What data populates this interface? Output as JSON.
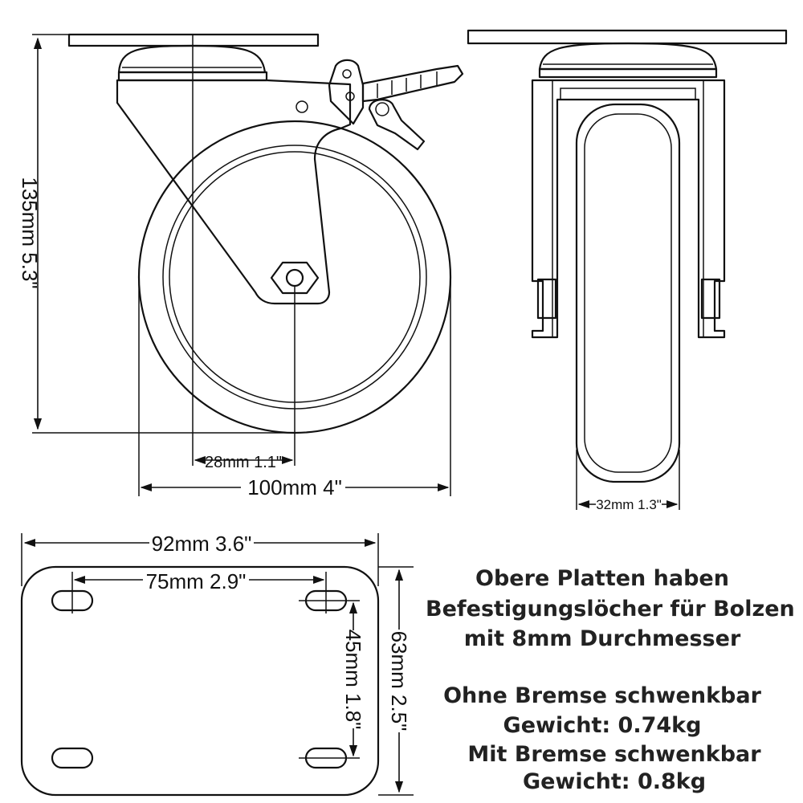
{
  "dimensions": {
    "height": "135mm 5.3\"",
    "offset": "28mm 1.1\"",
    "wheel_diameter": "100mm 4\"",
    "wheel_width": "32mm 1.3\"",
    "plate_width": "92mm 3.6\"",
    "hole_spacing_x": "75mm 2.9\"",
    "hole_spacing_y": "45mm 1.8\"",
    "plate_height": "63mm 2.5\""
  },
  "info": {
    "plate_line1": "Obere Platten haben",
    "plate_line2": "Befestigungslöcher für Bolzen",
    "plate_line3": "mit 8mm Durchmesser",
    "variant1_name": "Ohne Bremse schwenkbar",
    "variant1_weight": "Gewicht: 0.74kg",
    "variant2_name": "Mit Bremse schwenkbar",
    "variant2_weight": "Gewicht: 0.8kg"
  }
}
